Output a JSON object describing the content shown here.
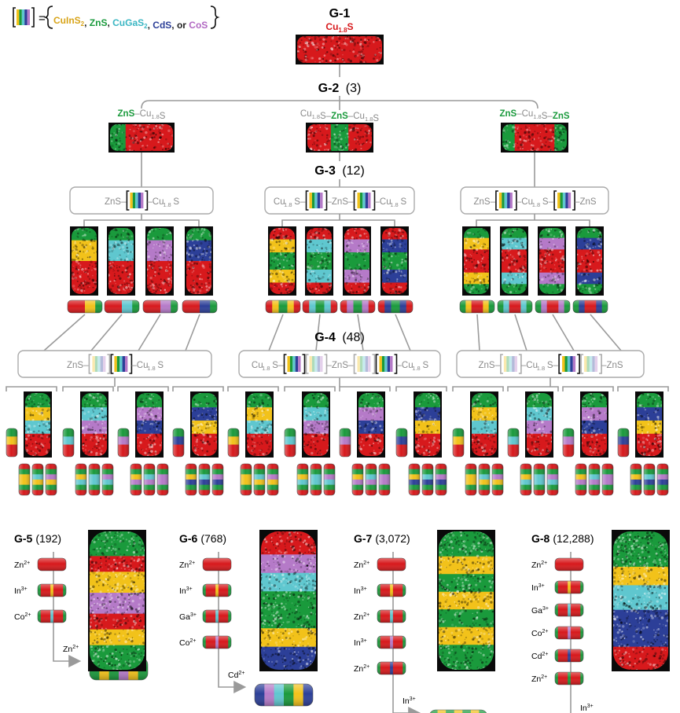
{
  "colors": {
    "Cu": "#d7191c",
    "ZnS": "#1a9a3c",
    "In": "#f2c21a",
    "Ga": "#5fc7cf",
    "Cd": "#2c3f98",
    "Co": "#b57ac8",
    "grey": "#9a9a9a",
    "black": "#111111"
  },
  "legend": {
    "equals": "=",
    "items": [
      {
        "base": "CuInS",
        "sub": "2",
        "sep": ", ",
        "color": "#d8a419"
      },
      {
        "base": "ZnS",
        "sub": "",
        "sep": ", ",
        "color": "#1a9a3c"
      },
      {
        "base": "CuGaS",
        "sub": "2",
        "sep": ", ",
        "color": "#3ab6c3"
      },
      {
        "base": "CdS",
        "sub": "",
        "sep": ", or ",
        "color": "#2c3f98"
      },
      {
        "base": "CoS",
        "sub": "",
        "sep": "",
        "color": "#b168c2"
      }
    ]
  },
  "g1": {
    "title": "G-1",
    "formula": "Cu",
    "formula_sub": "1.8",
    "formula_tail": "S"
  },
  "g2": {
    "title": "G-2",
    "count": "(3)",
    "labels": [
      [
        [
          "ZnS",
          "green"
        ],
        [
          "–Cu",
          "grey"
        ],
        [
          "1.8",
          "greysub"
        ],
        [
          "S",
          "grey"
        ]
      ],
      [
        [
          "Cu",
          "grey"
        ],
        [
          "1.8",
          "greysub"
        ],
        [
          "S–",
          "grey"
        ],
        [
          "ZnS",
          "green"
        ],
        [
          "–Cu",
          "grey"
        ],
        [
          "1.8",
          "greysub"
        ],
        [
          "S",
          "grey"
        ]
      ],
      [
        [
          "ZnS",
          "green"
        ],
        [
          "–Cu",
          "grey"
        ],
        [
          "1.8",
          "greysub"
        ],
        [
          "S–",
          "grey"
        ],
        [
          "ZnS",
          "green"
        ]
      ]
    ]
  },
  "g3": {
    "title": "G-3",
    "count": "(12)",
    "boxes": [
      [
        [
          "t",
          "ZnS–"
        ],
        [
          "b"
        ],
        [
          "t",
          "–Cu"
        ],
        [
          "s",
          "1.8"
        ],
        [
          "t",
          "S"
        ]
      ],
      [
        [
          "t",
          "Cu"
        ],
        [
          "s",
          "1.8"
        ],
        [
          "t",
          "S–"
        ],
        [
          "b"
        ],
        [
          "t",
          "–ZnS–"
        ],
        [
          "b"
        ],
        [
          "t",
          "–Cu"
        ],
        [
          "s",
          "1.8"
        ],
        [
          "t",
          "S"
        ]
      ],
      [
        [
          "t",
          "ZnS–"
        ],
        [
          "b"
        ],
        [
          "t",
          "–Cu"
        ],
        [
          "s",
          "1.8"
        ],
        [
          "t",
          "S–"
        ],
        [
          "b"
        ],
        [
          "t",
          "–ZnS"
        ]
      ]
    ]
  },
  "g4": {
    "title": "G-4",
    "count": "(48)",
    "boxes": [
      [
        [
          "t",
          "ZnS–"
        ],
        [
          "f"
        ],
        [
          "b"
        ],
        [
          "t",
          "–Cu"
        ],
        [
          "s",
          "1.8"
        ],
        [
          "t",
          "S"
        ]
      ],
      [
        [
          "t",
          "Cu"
        ],
        [
          "s",
          "1.8"
        ],
        [
          "t",
          "S–"
        ],
        [
          "b"
        ],
        [
          "f"
        ],
        [
          "t",
          "–ZnS–"
        ],
        [
          "f"
        ],
        [
          "b"
        ],
        [
          "t",
          "–Cu"
        ],
        [
          "s",
          "1.8"
        ],
        [
          "t",
          "S"
        ]
      ],
      [
        [
          "t",
          "ZnS–"
        ],
        [
          "f"
        ],
        [
          "t",
          "–Cu"
        ],
        [
          "s",
          "1.8"
        ],
        [
          "t",
          "S–"
        ],
        [
          "b"
        ],
        [
          "f"
        ],
        [
          "t",
          "–ZnS"
        ]
      ]
    ]
  },
  "g5": {
    "title": "G-5",
    "count": "(192)",
    "steps": [
      "Zn2+",
      "In3+",
      "Co2+"
    ],
    "final": "Zn2+"
  },
  "g6": {
    "title": "G-6",
    "count": "(768)",
    "steps": [
      "Zn2+",
      "In3+",
      "Ga3+",
      "Co2+"
    ],
    "final": "Cd2+"
  },
  "g7": {
    "title": "G-7",
    "count": "(3,072)",
    "steps": [
      "Zn2+",
      "In3+",
      "Zn2+",
      "In3+",
      "Zn2+"
    ],
    "final": "In3+"
  },
  "g8": {
    "title": "G-8",
    "count": "(12,288)",
    "steps": [
      "Zn2+",
      "In3+",
      "Ga3+",
      "Co2+",
      "Cd2+",
      "Zn2+"
    ],
    "final": "In3+"
  }
}
